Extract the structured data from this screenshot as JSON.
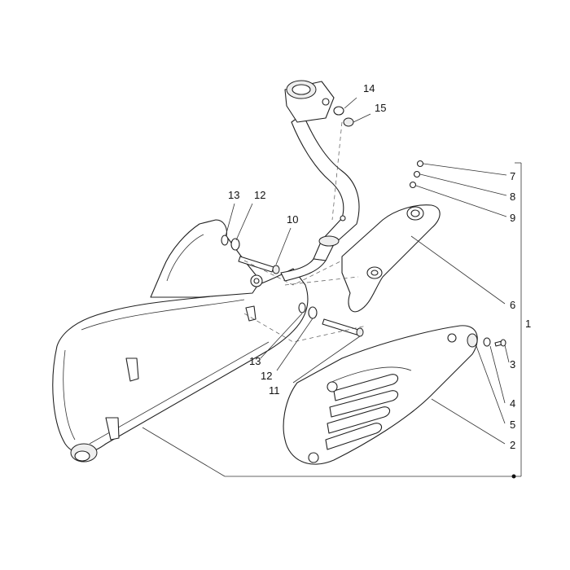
{
  "diagram": {
    "callouts": {
      "c1": "1",
      "c2": "2",
      "c3": "3",
      "c4": "4",
      "c5": "5",
      "c6": "6",
      "c7": "7",
      "c8": "8",
      "c9": "9",
      "c10": "10",
      "c11": "11",
      "c12a": "12",
      "c12b": "12",
      "c13a": "13",
      "c13b": "13",
      "c14": "14",
      "c15": "15"
    }
  }
}
